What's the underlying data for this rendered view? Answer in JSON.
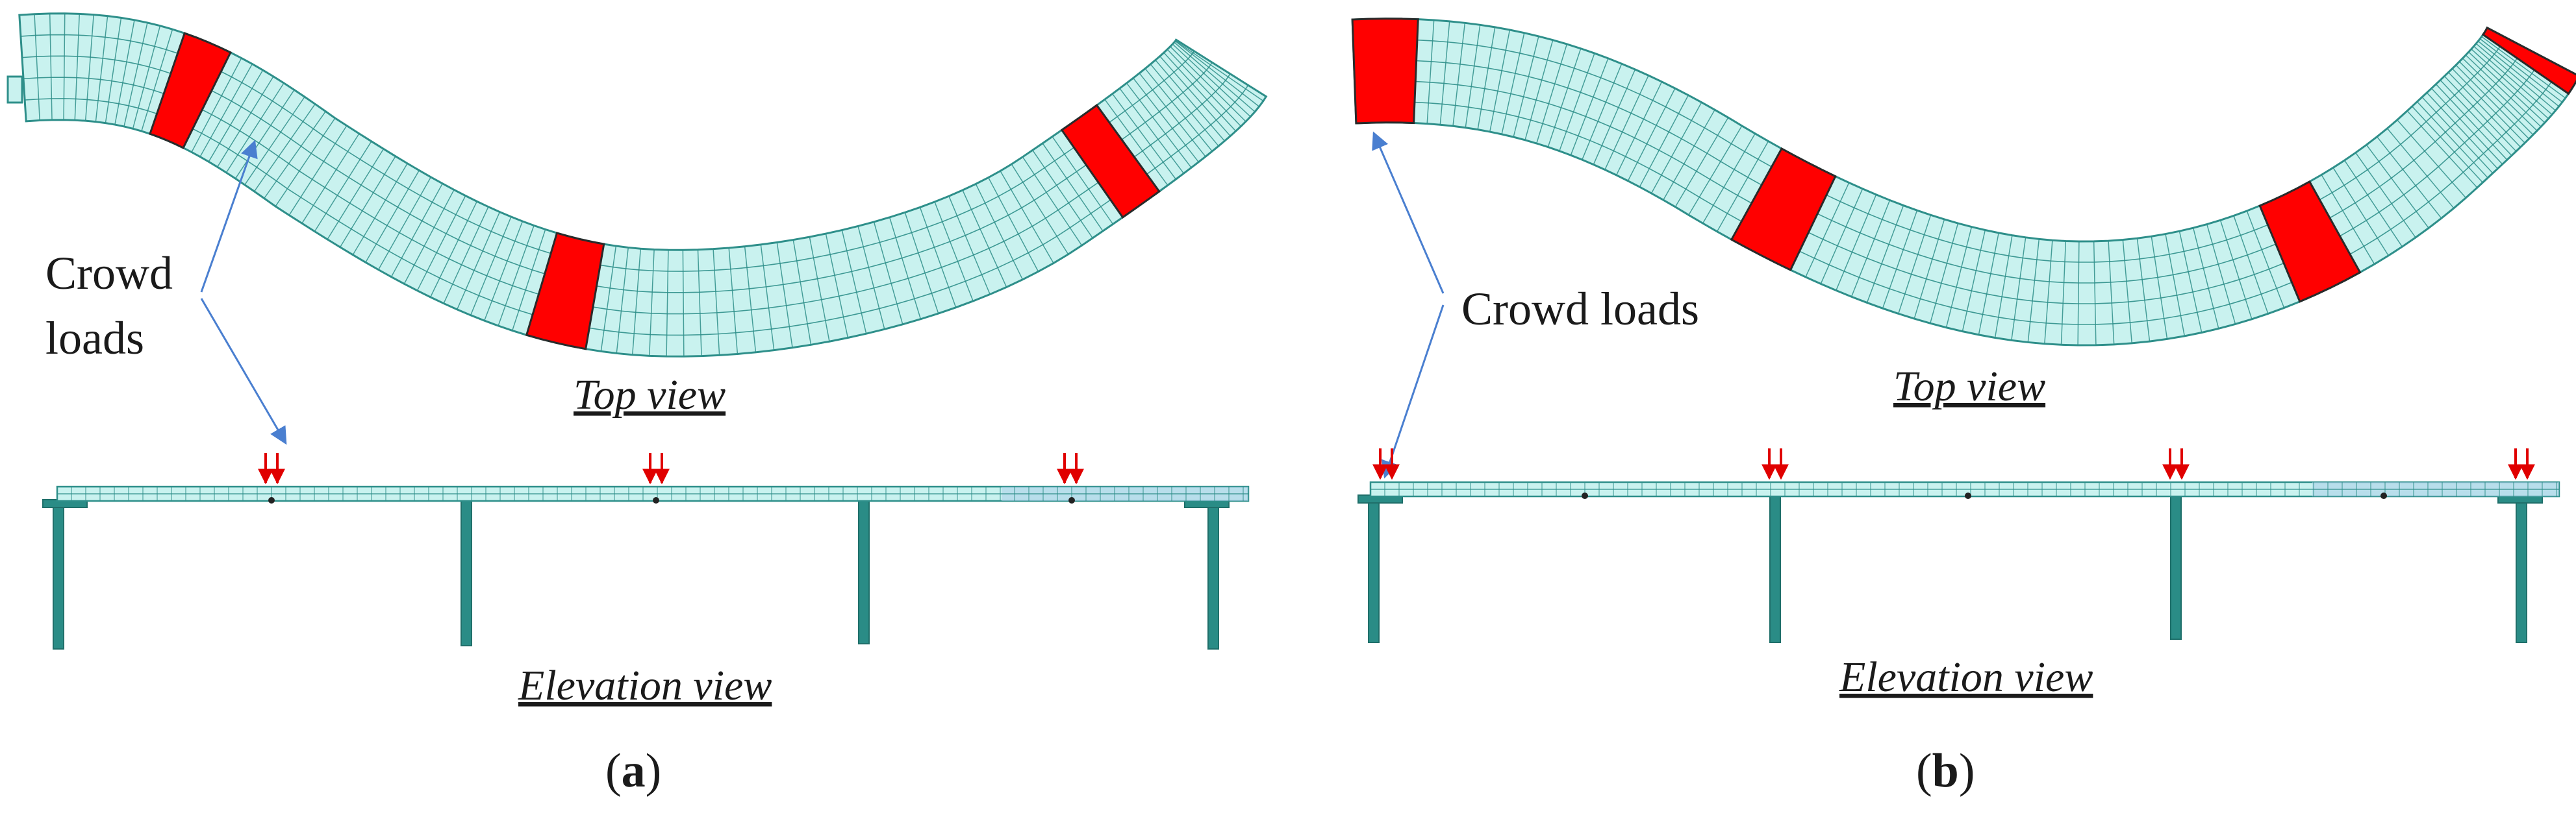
{
  "colors": {
    "deck_fill": "#c9f2ef",
    "deck_grid": "#2e8f8a",
    "load_patch": "#ff0000",
    "pier": "#2a8c86",
    "pier_dark": "#1f6f6a",
    "leader_line": "#4a7fd0",
    "crowd_arrow": "#e00000"
  },
  "panel_a": {
    "label_open": "(",
    "label_letter": "a",
    "label_close": ")",
    "crowd_loads_line1": "Crowd",
    "crowd_loads_line2": "loads",
    "top_view": "Top view",
    "elevation_view": "Elevation view"
  },
  "panel_b": {
    "label_open": "(",
    "label_letter": "b",
    "label_close": ")",
    "crowd_loads": "Crowd loads",
    "top_view": "Top view",
    "elevation_view": "Elevation view"
  }
}
